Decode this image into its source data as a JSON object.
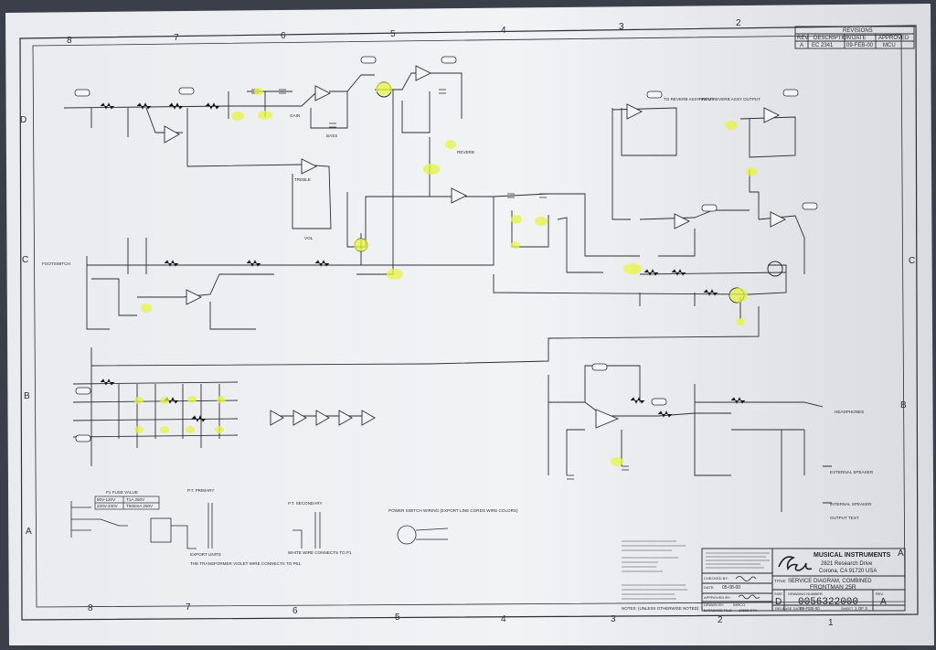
{
  "colors": {
    "paper": "#eceef1",
    "ink": "#2b2d33",
    "highlight": "#e6f542",
    "table": "#1f2126"
  },
  "zones": {
    "top": [
      "8",
      "7",
      "6",
      "5",
      "4",
      "3",
      "2"
    ],
    "bottom": [
      "8",
      "7",
      "6",
      "5",
      "4",
      "3",
      "2",
      "1"
    ],
    "left": [
      "D",
      "C",
      "B",
      "A"
    ],
    "right": [
      "C",
      "B",
      "A"
    ]
  },
  "revisions": {
    "title": "REVISIONS",
    "headers": [
      "REV",
      "DESCRIPTION",
      "DATE",
      "APPROVED"
    ],
    "row": [
      "A",
      "EC 2341",
      "09-FEB-00",
      "MCU"
    ]
  },
  "title_block": {
    "company": "MUSICAL INSTRUMENTS",
    "address1": "2821 Research Drive",
    "address2": "Corona, CA 91720 USA",
    "title_label": "TITLE:",
    "title1": "SERVICE DIAGRAM, COMBINED",
    "title2": "FRONTMAN 25R",
    "size_label": "SIZE",
    "size": "D",
    "drawing_label": "DRAWING NUMBER",
    "drawing_number": "0056322000",
    "rev_label": "REV.",
    "rev": "A",
    "release_label": "RELEASE DATE:",
    "release_date": "09-FEB-00",
    "sheet_label": "SHEET",
    "sheet": "1 OF 3",
    "checked_label": "CHECKED BY:",
    "date_label": "DATE:",
    "date_value": "05-08-00",
    "approved_label": "APPROVED BY:",
    "drawn_label": "DRAWN BY:",
    "drawn_value": "IMRCO",
    "datafile_label": "DATABASE FILE:",
    "datafile": "1356B.DTA",
    "notes_label": "NOTES: (UNLESS OTHERWISE NOTED)"
  },
  "fuse_table": {
    "title": "F1 FUSE VALUE",
    "rows": [
      [
        "90V-120V",
        "T1A 250V"
      ],
      [
        "220V-240V",
        "T500mA 250V"
      ]
    ]
  },
  "labels": {
    "footswitch": "FOOTSWITCH",
    "vol": "VOL",
    "treble": "TREBLE",
    "bass": "BASS",
    "gain": "GAIN",
    "reverb": "REVERB",
    "headphones": "HEADPHONES",
    "external_speaker": "EXTERNAL SPEAKER",
    "internal_speaker": "INTERNAL SPEAKER",
    "output_text": "OUTPUT TEXT",
    "to_reverb": "TO REVERB ASSY INPUT",
    "from_reverb": "FROM REVERB ASSY OUTPUT",
    "power_switch": "POWER SWITCH WIRING (EXPORT LINE CORDS WIRE COLORS)",
    "pt_primary": "P.T. PRIMARY",
    "pt_secondary": "P.T. SECONDARY",
    "export_units": "EXPORT UNITS",
    "note_primary": "THE TRANSFORMER VIOLET WIRE CONNECTS TO P61.",
    "note_secondary": "WHITE WIRE CONNECTS TO P1"
  }
}
